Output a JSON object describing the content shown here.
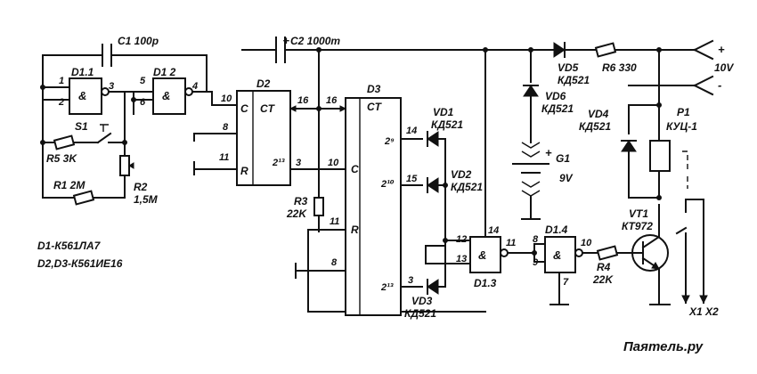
{
  "components": {
    "c1": "C1 100p",
    "c2": "C2 1000m",
    "d11": "D1.1",
    "d12": "D1 2",
    "d13": "D1.3",
    "d14": "D1.4",
    "d2": "D2",
    "d3": "D3",
    "ct": "CT",
    "c_in": "C",
    "r_in": "R",
    "amp": "&",
    "s1": "S1",
    "r5": "R5 3K",
    "r1": "R1 2M",
    "r2": "R2",
    "r2v": "1,5M",
    "r3": "R3",
    "r3v": "22K",
    "r4": "R4",
    "r4v": "22K",
    "r6": "R6 330",
    "vd1": "VD1",
    "vd2": "VD2",
    "vd3": "VD3",
    "vd4": "VD4",
    "vd5": "VD5",
    "vd6": "VD6",
    "kd521": "КД521",
    "g1": "G1",
    "g1v": "9V",
    "p1": "P1",
    "p1v": "КУЦ-1",
    "vt1": "VT1",
    "vt1v": "КТ972",
    "v10": "10V",
    "x1x2": "X1 X2",
    "note1": "D1-К561ЛА7",
    "note2": "D2,D3-К561ИЕ16",
    "watermark": "Паятель.ру"
  },
  "pins": {
    "p1": "1",
    "p2": "2",
    "p3": "3",
    "p4": "4",
    "p5": "5",
    "p6": "6",
    "p7": "7",
    "p8": "8",
    "p9": "9",
    "p10": "10",
    "p11": "11",
    "p12": "12",
    "p13": "13",
    "p14": "14",
    "p15": "15",
    "p16": "16",
    "pow9": "2⁹",
    "pow10": "2¹⁰",
    "pow13": "2¹³"
  },
  "polarity": {
    "plus": "+",
    "minus": "-"
  }
}
